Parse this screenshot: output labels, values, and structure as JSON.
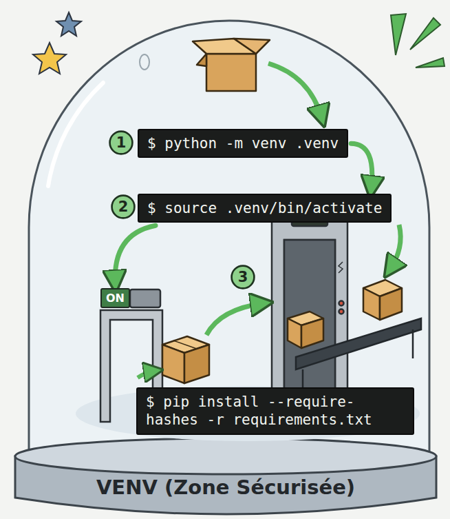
{
  "diagram": {
    "nodes": [
      {
        "text": [
          "1"
        ]
      },
      {
        "text": [
          "$ python -m venv .venv"
        ]
      },
      {
        "text": [
          "2"
        ]
      },
      {
        "text": [
          "$ source .venv/bin/activate"
        ]
      },
      {
        "text": [
          "ON"
        ]
      },
      {
        "text": [
          "3"
        ]
      },
      {
        "text": [
          "$ pip install --require-hashes -r requirements.txt"
        ]
      },
      {
        "text": [
          "VENV (Zone Sécurisée)"
        ]
      }
    ],
    "edges": [
      {
        "from": 1,
        "to": 3,
        "arrow": "to"
      },
      {
        "from": 3,
        "to": 4,
        "arrow": "to"
      }
    ]
  }
}
